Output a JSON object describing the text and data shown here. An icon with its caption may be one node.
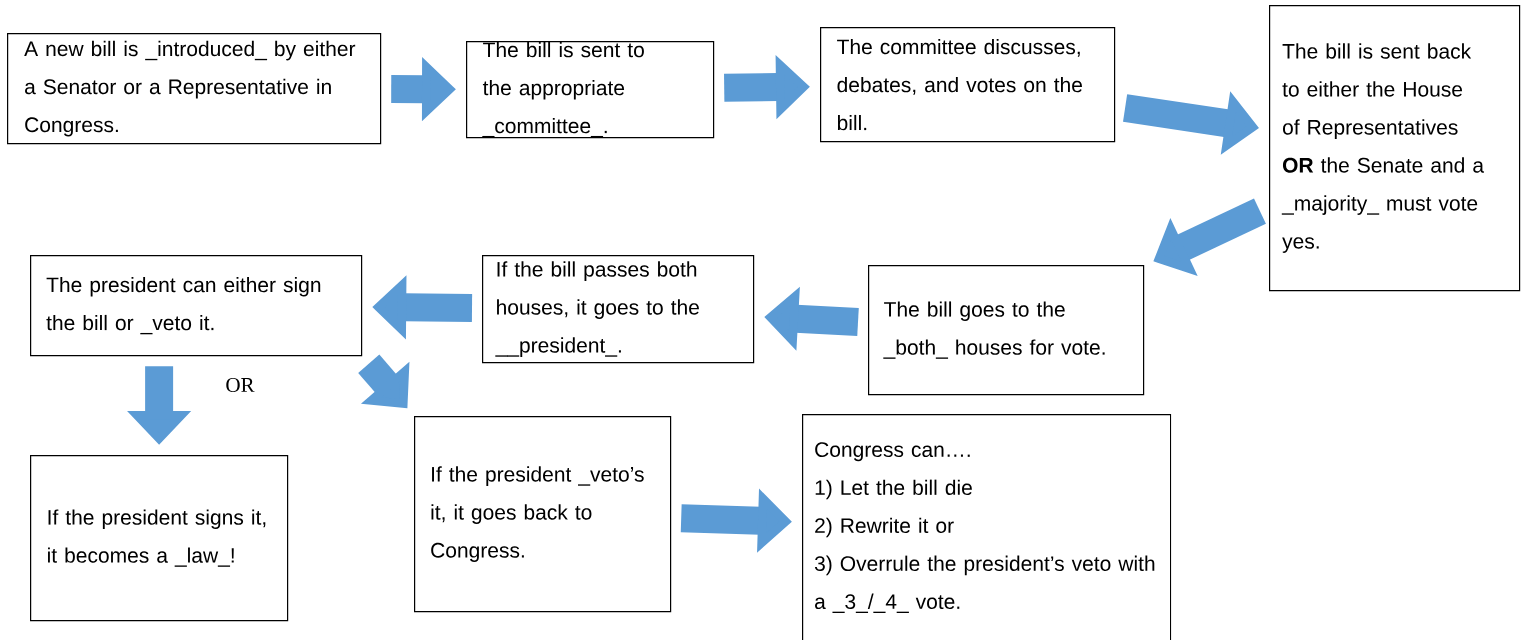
{
  "diagram": {
    "nodes": [
      {
        "text": [
          "A new bill is _introduced_ by either a Senator or a Representative in Congress."
        ]
      },
      {
        "text": [
          "The bill is sent to the appropriate _committee_."
        ]
      },
      {
        "text": [
          "The committee discusses, debates, and votes on the bill."
        ]
      },
      {
        "text": [
          "The bill is sent back to either the House of Representatives **OR** the Senate and a _majority_ must vote yes."
        ]
      },
      {
        "text": [
          "The bill goes to the _both_ houses for vote."
        ]
      },
      {
        "text": [
          "If the bill passes both houses, it goes to the __president_."
        ]
      },
      {
        "text": [
          "The president can either sign the bill or _veto it."
        ]
      },
      {
        "text": [
          "If the president signs it, it becomes a _law_!"
        ]
      },
      {
        "text": [
          "If the president _veto’s it, it goes back to Congress."
        ]
      },
      {
        "text": [
          "Congress can….",
          "1) Let the bill die",
          "2) Rewrite it or",
          "3) Overrule the president’s veto with a _3_/_4_ vote."
        ]
      }
    ],
    "edges": [
      {
        "from": 0,
        "to": 1,
        "arrow": "to"
      },
      {
        "from": 1,
        "to": 2,
        "arrow": "to"
      },
      {
        "from": 2,
        "to": 3,
        "arrow": "to"
      },
      {
        "from": 3,
        "to": 4,
        "arrow": "to"
      },
      {
        "from": 4,
        "to": 5,
        "arrow": "to"
      },
      {
        "from": 5,
        "to": 6,
        "arrow": "to"
      },
      {
        "from": 6,
        "to": 7,
        "arrow": "to"
      },
      {
        "from": 6,
        "to": 8,
        "arrow": "to"
      },
      {
        "from": 8,
        "to": 9,
        "arrow": "to"
      }
    ],
    "labels": [
      "OR"
    ]
  }
}
